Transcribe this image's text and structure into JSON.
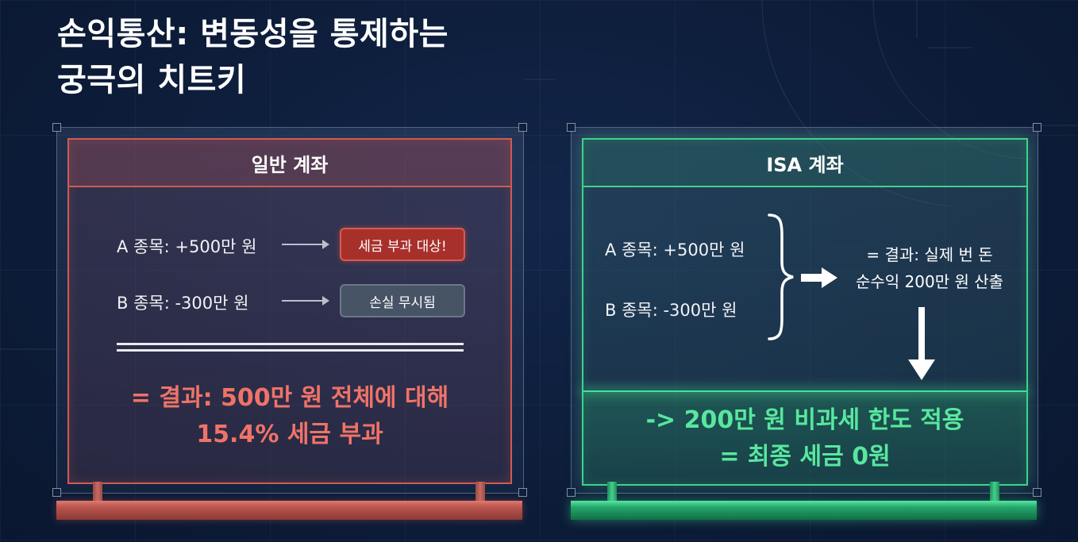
{
  "title": {
    "line1": "손익통산: 변동성을 통제하는",
    "line2": "궁극의 치트키"
  },
  "regular": {
    "header": "일반 계좌",
    "row_a": "A 종목: +500만 원",
    "badge_a": "세금 부과 대상!",
    "row_b": "B 종목: -300만 원",
    "badge_b": "손실 무시됨",
    "result_line1": "= 결과: 500만 원 전체에 대해",
    "result_line2": "15.4% 세금 부과"
  },
  "isa": {
    "header": "ISA 계좌",
    "row_a": "A 종목: +500만 원",
    "row_b": "B 종목: -300만 원",
    "mid_line1": "= 결과: 실제 번 돈",
    "mid_line2": "순수익 200만 원 산출",
    "result_line1": "-> 200만 원 비과세 한도 적용",
    "result_line2": "= 최종 세금 0원"
  },
  "colors": {
    "background": "#0d1d3a",
    "red_accent": "#cf5a52",
    "red_text": "#f07368",
    "green_accent": "#3fd28a",
    "green_text": "#58e79e"
  }
}
